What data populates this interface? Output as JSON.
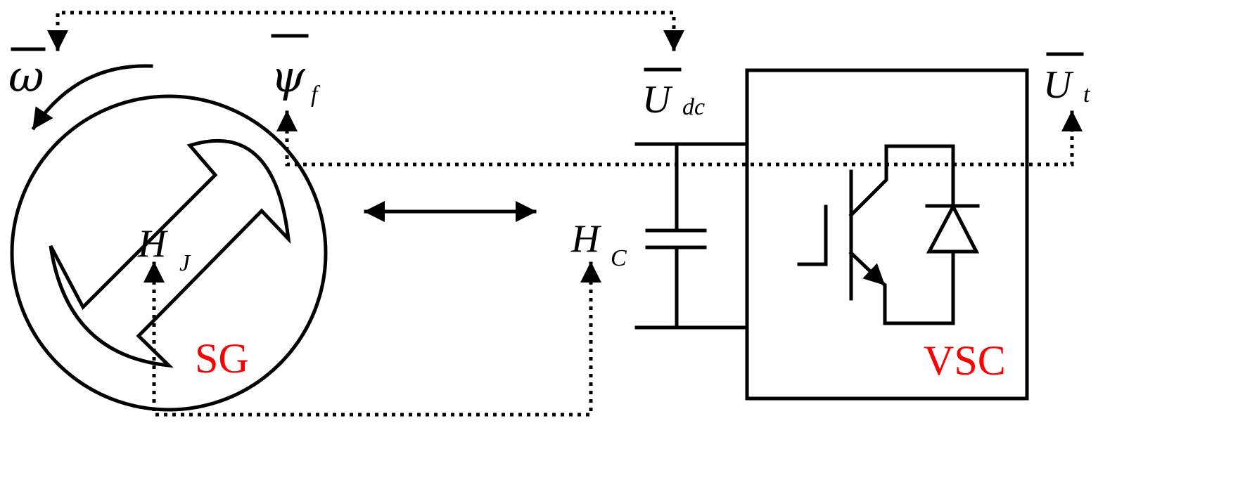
{
  "colors": {
    "ink": "#000000",
    "accent": "#ff0000",
    "background": "#ffffff"
  },
  "labels": {
    "omega": "ω",
    "psi": "ψ",
    "psi_sub": "f",
    "udc": "U",
    "udc_sub": "dc",
    "ut": "U",
    "ut_sub": "t",
    "hj": "H",
    "hj_sub": "J",
    "hc": "H",
    "hc_sub": "C",
    "sg": "SG",
    "vsc": "VSC"
  }
}
